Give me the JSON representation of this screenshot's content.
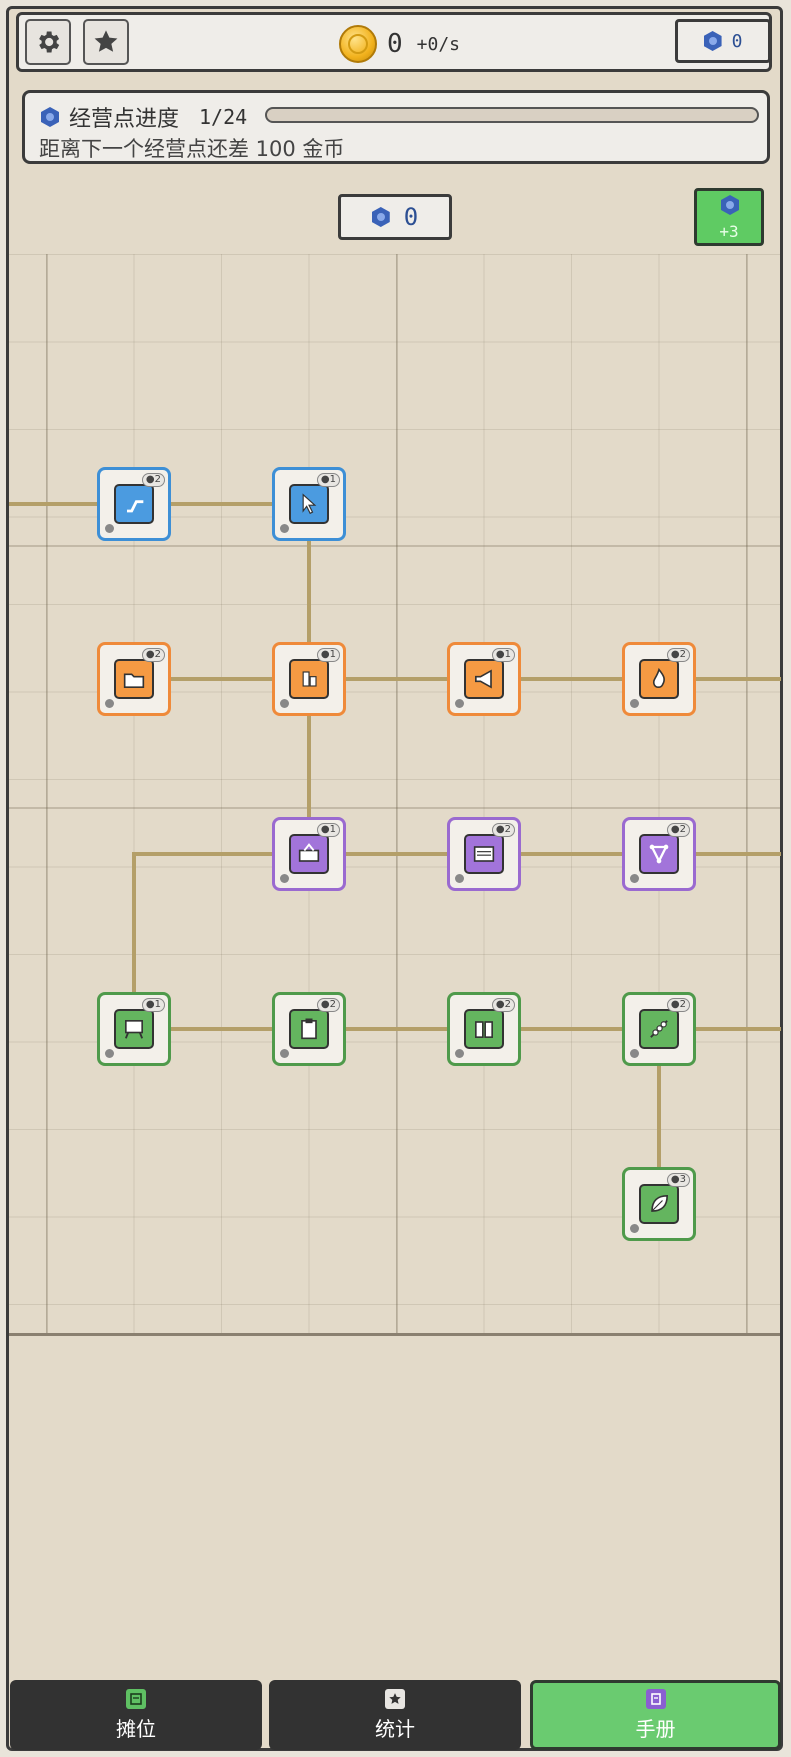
{
  "top_bar": {
    "settings_icon": "gear-icon",
    "favorite_icon": "star-icon",
    "gold_amount": "0",
    "gold_rate": "+0/s",
    "points": "0"
  },
  "progress": {
    "label": "经营点进度",
    "count": "1/24",
    "fill_fraction": 0.0,
    "hint": "距离下一个经营点还差 100 金币"
  },
  "tree": {
    "available_points": "0",
    "claim_label": "+3",
    "nodes": [
      {
        "id": "blue-trend",
        "color": "blue",
        "level": "2",
        "icon": "trend-chart-icon"
      },
      {
        "id": "blue-cursor",
        "color": "blue",
        "level": "1",
        "icon": "cursor-icon"
      },
      {
        "id": "orange-folder",
        "color": "orange",
        "level": "2",
        "icon": "folder-icon"
      },
      {
        "id": "orange-staff",
        "color": "orange",
        "level": "1",
        "icon": "staff-icon"
      },
      {
        "id": "orange-megaphone",
        "color": "orange",
        "level": "1",
        "icon": "megaphone-icon"
      },
      {
        "id": "orange-flame",
        "color": "orange",
        "level": "2",
        "icon": "flame-icon"
      },
      {
        "id": "purple-machine",
        "color": "purple",
        "level": "1",
        "icon": "machine-icon"
      },
      {
        "id": "purple-printer",
        "color": "purple",
        "level": "2",
        "icon": "printer-icon"
      },
      {
        "id": "purple-network",
        "color": "purple",
        "level": "2",
        "icon": "network-icon"
      },
      {
        "id": "green-board",
        "color": "green",
        "level": "1",
        "icon": "board-icon"
      },
      {
        "id": "green-clipboard",
        "color": "green",
        "level": "2",
        "icon": "clipboard-icon"
      },
      {
        "id": "green-panels",
        "color": "green",
        "level": "2",
        "icon": "panels-icon"
      },
      {
        "id": "green-skewer",
        "color": "green",
        "level": "2",
        "icon": "skewer-icon"
      },
      {
        "id": "green-leaf",
        "color": "green",
        "level": "3",
        "icon": "leaf-icon"
      }
    ]
  },
  "bottom_nav": {
    "tabs": [
      {
        "label": "摊位",
        "icon": "stall-icon",
        "active": false
      },
      {
        "label": "统计",
        "icon": "stats-icon",
        "active": false
      },
      {
        "label": "手册",
        "icon": "manual-icon",
        "active": true
      }
    ]
  },
  "colors": {
    "blue": "#4b9be0",
    "orange": "#f59a43",
    "purple": "#a274da",
    "green": "#64b55f",
    "accent_green": "#6acb70"
  }
}
